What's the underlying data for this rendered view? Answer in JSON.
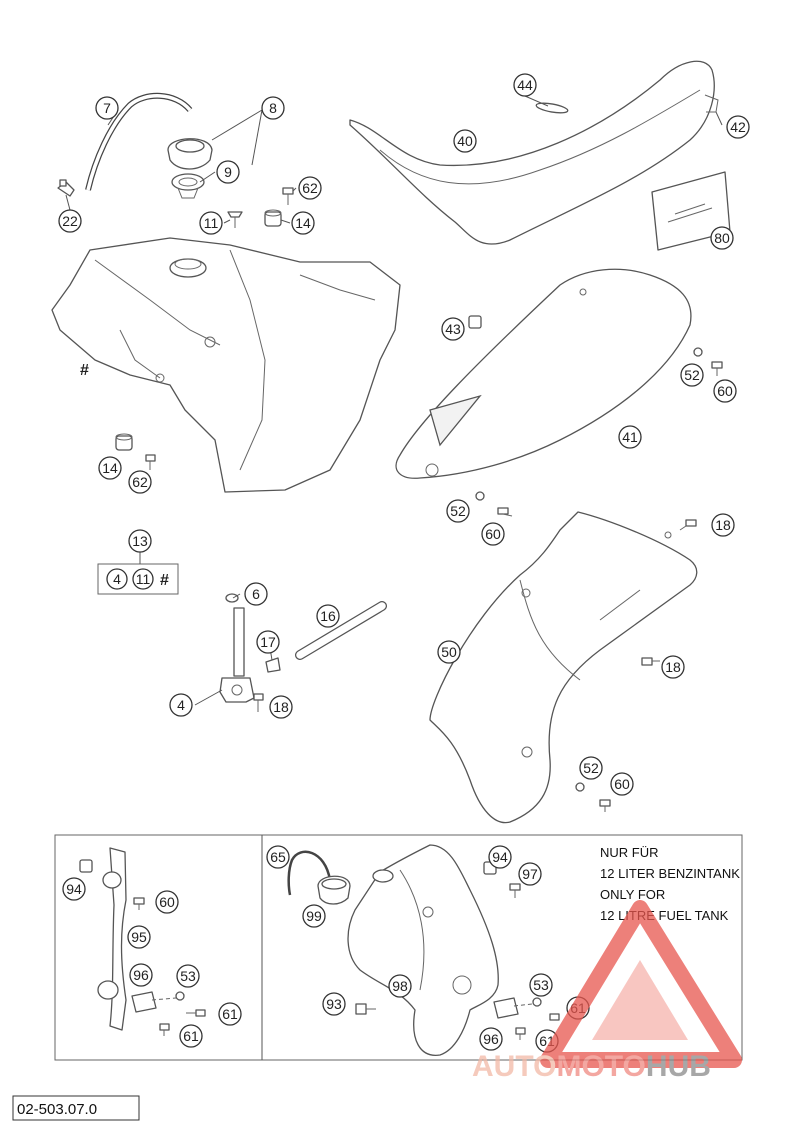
{
  "callouts": {
    "c7": "7",
    "c8": "8",
    "c9": "9",
    "c22": "22",
    "c62a": "62",
    "c11a": "11",
    "c14a": "14",
    "c14b": "14",
    "c62b": "62",
    "c44": "44",
    "c40": "40",
    "c42": "42",
    "c80": "80",
    "c43": "43",
    "c52a": "52",
    "c60a": "60",
    "c41": "41",
    "c52b": "52",
    "c60b": "60",
    "c13": "13",
    "c4a": "4",
    "c11b": "11",
    "c6": "6",
    "c16": "16",
    "c17": "17",
    "c4b": "4",
    "c18a": "18",
    "c18b": "18",
    "c50": "50",
    "c18c": "18",
    "c52c": "52",
    "c60c": "60",
    "c94a": "94",
    "c60d": "60",
    "c95": "95",
    "c96a": "96",
    "c53a": "53",
    "c61a": "61",
    "c61b": "61",
    "c65": "65",
    "c99": "99",
    "c94b": "94",
    "c97": "97",
    "c98": "98",
    "c93": "93",
    "c53b": "53",
    "c61c": "61",
    "c96b": "96",
    "c61d": "61"
  },
  "markers": {
    "hash_tank": "#",
    "hash_kit": "#"
  },
  "note": {
    "line1": "NUR FÜR",
    "line2": "12 LITER BENZINTANK",
    "line3": "ONLY FOR",
    "line4": "12 LITRE FUEL TANK"
  },
  "document_number": "02-503.07.0",
  "watermark": {
    "part1": "AUTO",
    "part2": "MOTO",
    "part3": "HUB"
  },
  "colors": {
    "watermark_red": "#e8564e",
    "watermark_grey": "#8a8a8a",
    "line": "#555555"
  }
}
